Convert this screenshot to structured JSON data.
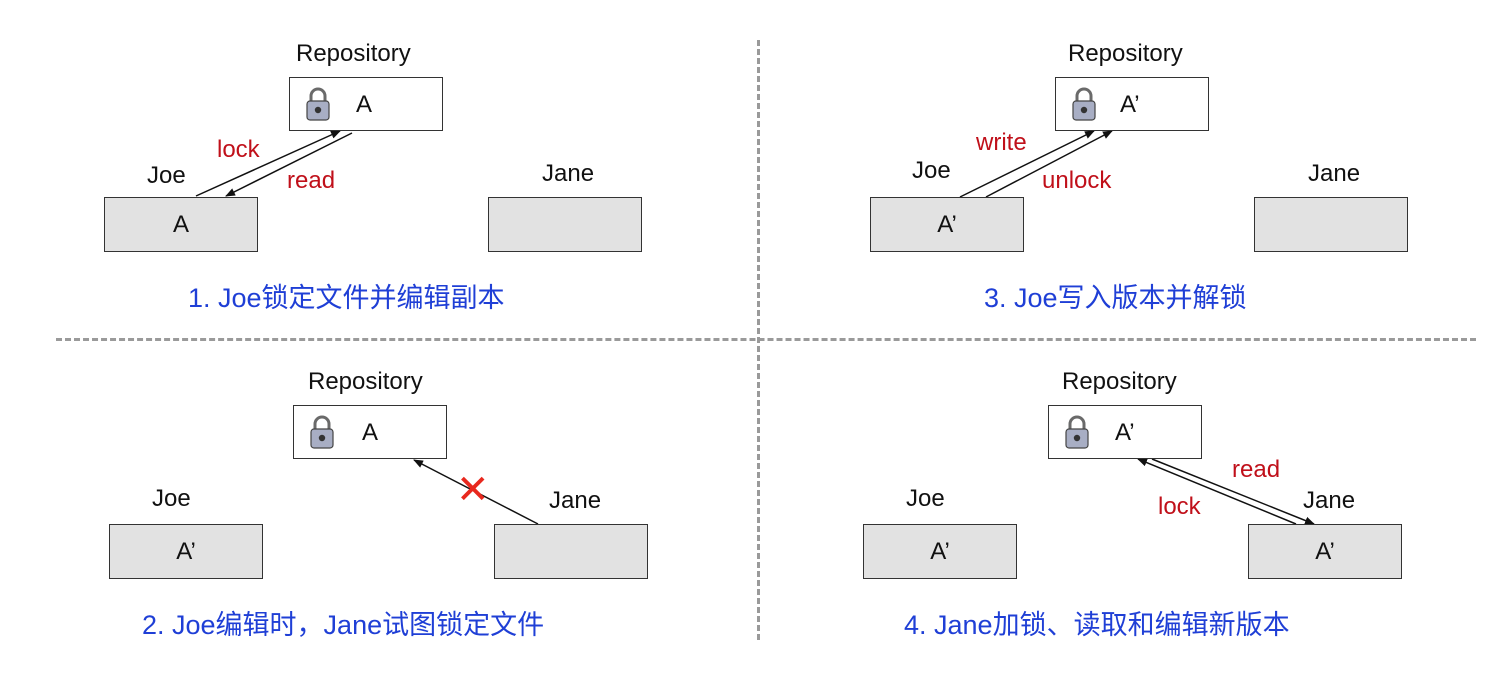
{
  "panels": {
    "p1": {
      "repo_label": "Repository",
      "repo_value": "A",
      "joe_label": "Joe",
      "joe_value": "A",
      "jane_label": "Jane",
      "jane_value": "",
      "arrow_up_label": "lock",
      "arrow_down_label": "read",
      "caption": "1. Joe锁定文件并编辑副本"
    },
    "p2": {
      "repo_label": "Repository",
      "repo_value": "A",
      "joe_label": "Joe",
      "joe_value": "A’",
      "jane_label": "Jane",
      "jane_value": "",
      "blocked_mark": "✕",
      "caption": "2. Joe编辑时，Jane试图锁定文件"
    },
    "p3": {
      "repo_label": "Repository",
      "repo_value": "A’",
      "joe_label": "Joe",
      "joe_value": "A’",
      "jane_label": "Jane",
      "jane_value": "",
      "arrow_up_label": "write",
      "arrow_down_label": "unlock",
      "caption": "3. Joe写入版本并解锁"
    },
    "p4": {
      "repo_label": "Repository",
      "repo_value": "A’",
      "joe_label": "Joe",
      "joe_value": "A’",
      "jane_label": "Jane",
      "jane_value": "A’",
      "arrow_up_label": "lock",
      "arrow_down_label": "read",
      "caption": "4. Jane加锁、读取和编辑新版本"
    }
  },
  "icons": {
    "lock": "padlock-icon",
    "blocked": "red-x-icon"
  },
  "colors": {
    "caption": "#1f3fd6",
    "arrow_label": "#c0101a",
    "x_mark": "#e8281e",
    "box_fill": "#e2e2e2",
    "divider": "#9a9a9a"
  }
}
